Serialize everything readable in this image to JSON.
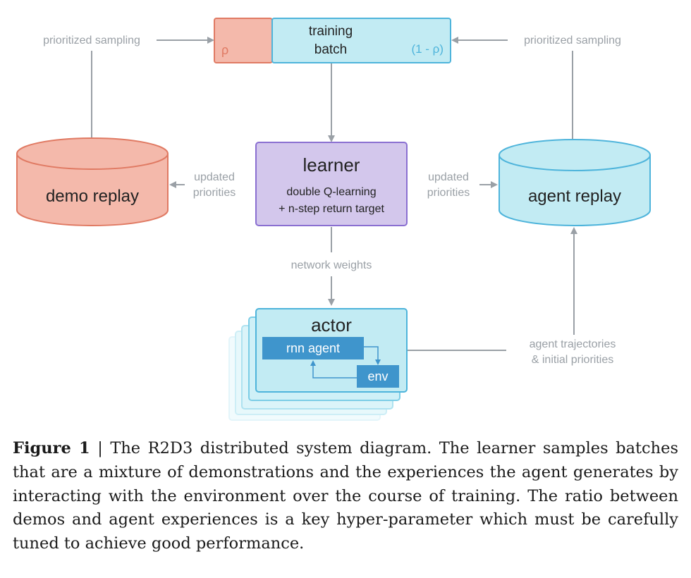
{
  "diagram": {
    "batch_top": "training",
    "batch_bottom": "batch",
    "rho": "ρ",
    "one_minus_rho": "(1 - ρ)",
    "left_sampling": "prioritized sampling",
    "right_sampling": "prioritized sampling",
    "learner_title": "learner",
    "learner_line1": "double Q-learning",
    "learner_line2": "+ n-step return target",
    "updated_left_1": "updated",
    "updated_left_2": "priorities",
    "updated_right_1": "updated",
    "updated_right_2": "priorities",
    "demo_replay": "demo replay",
    "agent_replay": "agent replay",
    "network_weights": "network weights",
    "actor_title": "actor",
    "rnn_agent": "rnn agent",
    "env": "env",
    "traj_1": "agent trajectories",
    "traj_2": "& initial priorities"
  },
  "colors": {
    "arrow": "#9aa0a6",
    "label_gray": "#9aa0a6",
    "demo_fill": "#f4b9ab",
    "demo_stroke": "#e07a63",
    "agent_fill": "#c2ebf3",
    "agent_stroke": "#4eb4db",
    "learner_fill": "#d3c7ec",
    "learner_stroke": "#8a6fd1",
    "inner_box": "#3f95cc"
  },
  "caption": {
    "label": "Figure 1",
    "separator": " | ",
    "text": "The R2D3 distributed system diagram.  The learner samples batches that are a mixture of demonstrations and the experiences the agent generates by interacting with the environment over the course of training. The ratio between demos and agent experiences is a key hyper-parameter which must be carefully tuned to achieve good performance."
  }
}
